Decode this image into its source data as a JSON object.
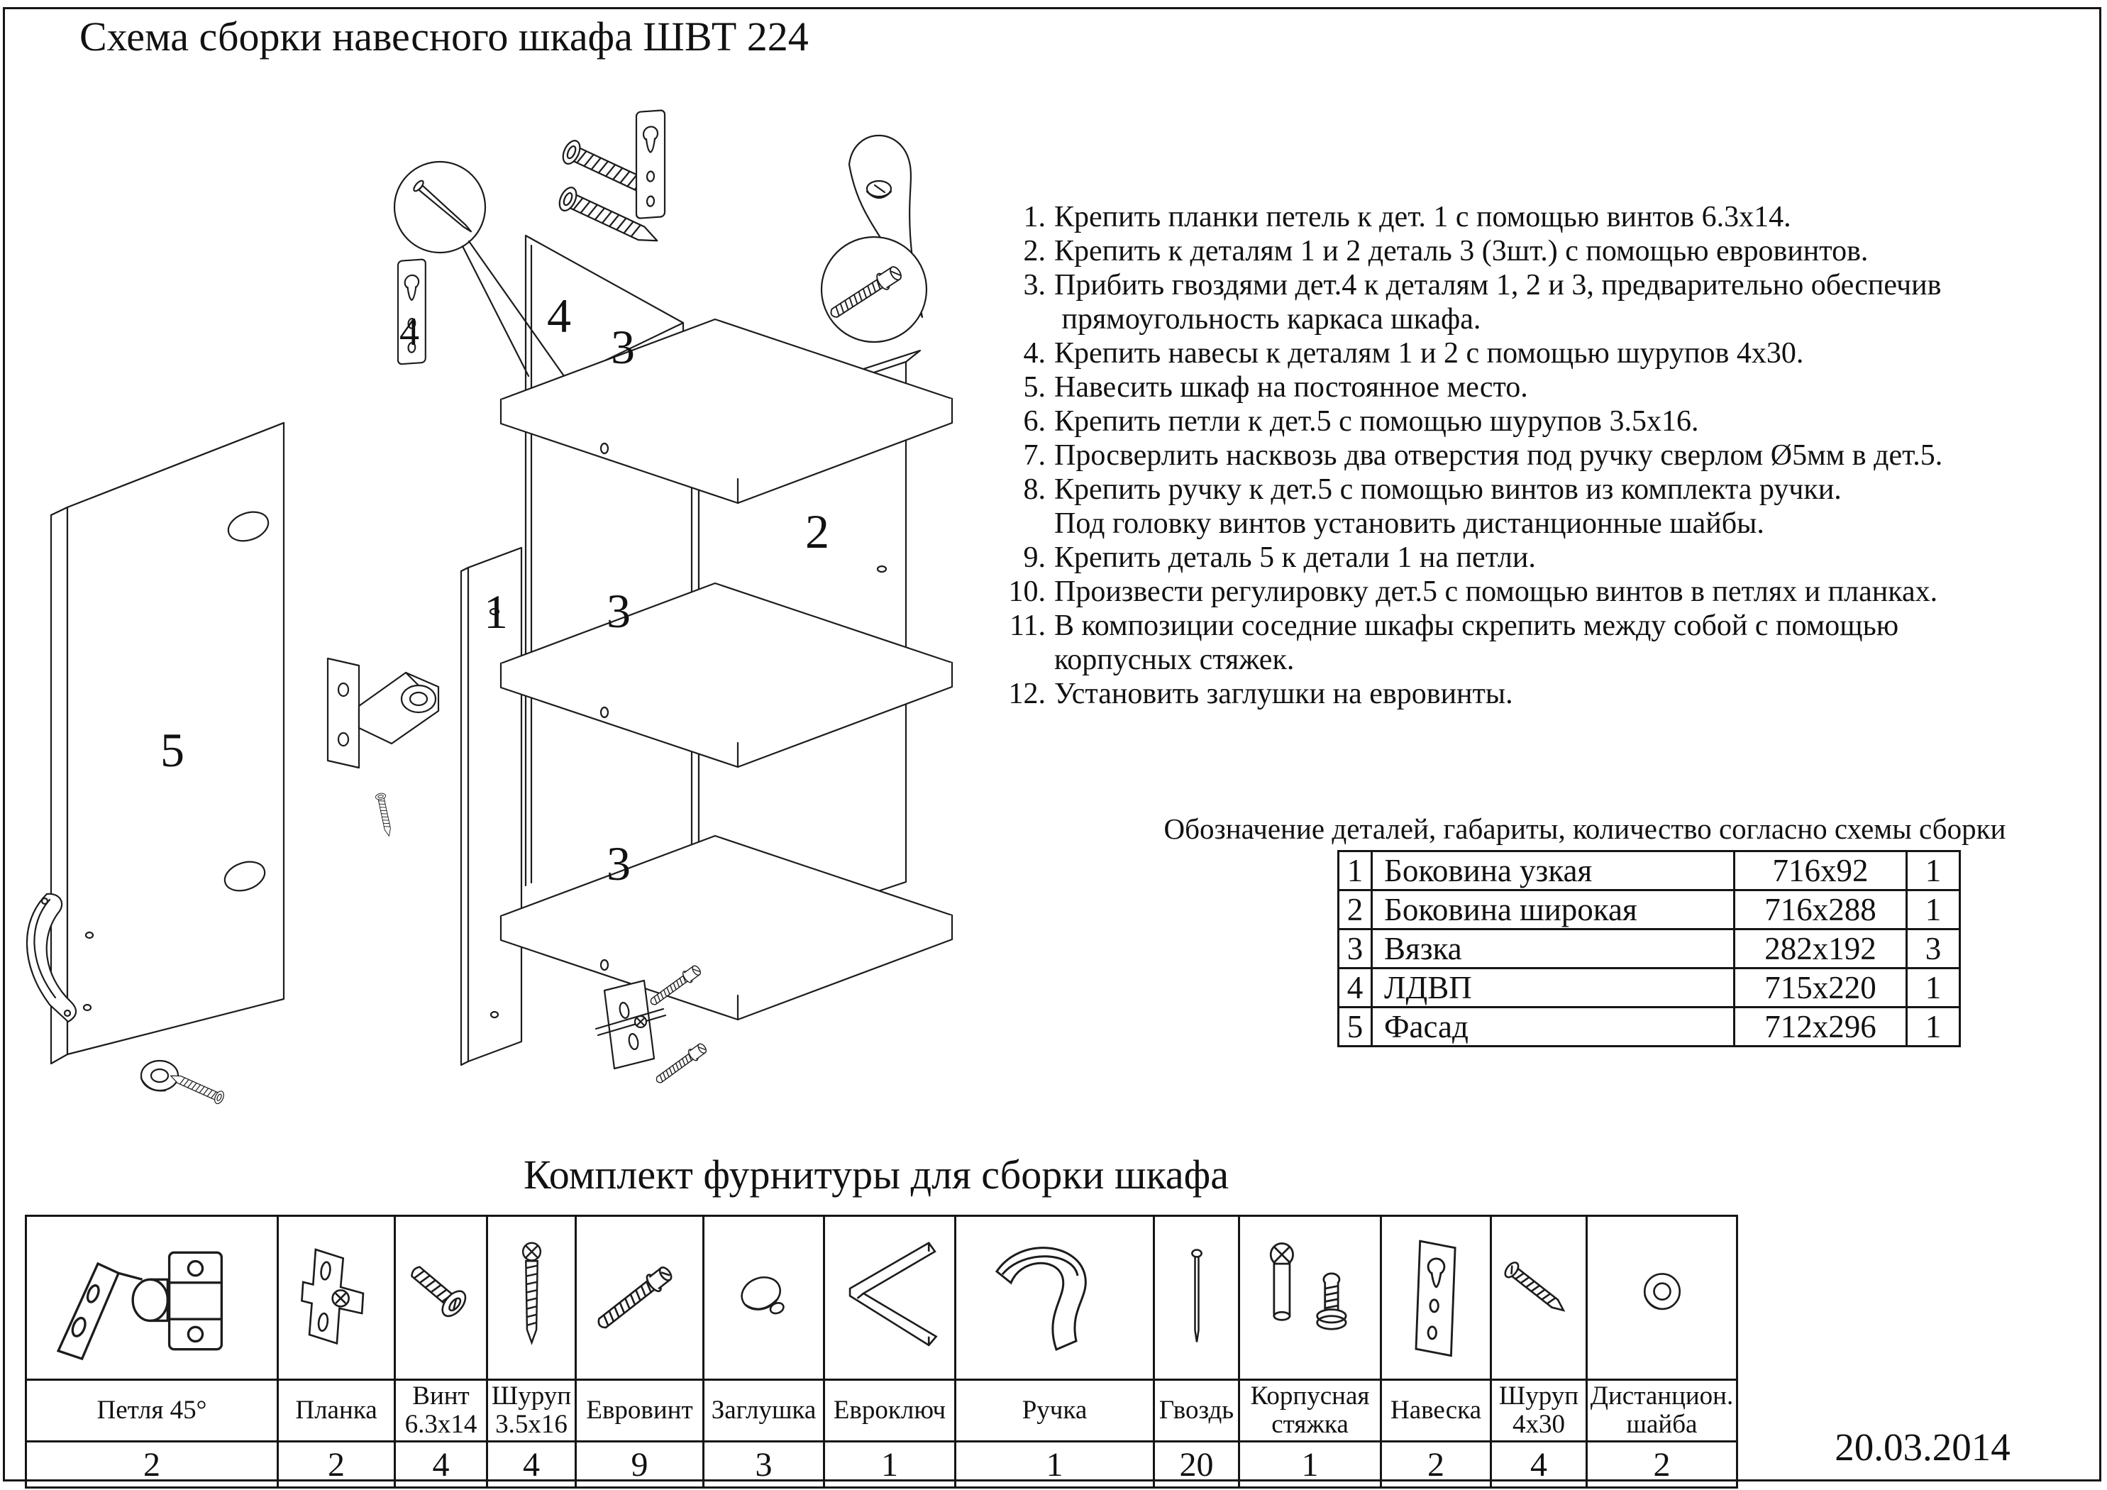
{
  "page": {
    "title": "Схема сборки навесного шкафа ШВТ 224",
    "date": "20.03.2014"
  },
  "instructions": {
    "items": [
      {
        "n": "1.",
        "t": "Крепить планки петель к дет. 1 с помощью винтов 6.3х14."
      },
      {
        "n": "2.",
        "t": "Крепить к деталям 1 и 2 деталь 3 (3шт.) с помощью евровинтов."
      },
      {
        "n": "3.",
        "t": "Прибить гвоздями дет.4 к деталям 1, 2 и 3, предварительно обеспечив\n прямоугольность каркаса шкафа."
      },
      {
        "n": "4.",
        "t": "Крепить навесы к деталям 1 и 2 с помощью шурупов 4х30."
      },
      {
        "n": "5.",
        "t": "Навесить шкаф на постоянное место."
      },
      {
        "n": "6.",
        "t": "Крепить петли к дет.5 с помощью шурупов 3.5х16."
      },
      {
        "n": "7.",
        "t": "Просверлить насквозь два отверстия под ручку сверлом Ø5мм в дет.5."
      },
      {
        "n": "8.",
        "t": "Крепить ручку к дет.5 с помощью винтов из комплекта ручки.\nПод головку винтов установить дистанционные шайбы."
      },
      {
        "n": "9.",
        "t": "Крепить деталь 5 к детали 1 на петли."
      },
      {
        "n": "10.",
        "t": "Произвести регулировку дет.5 с помощью винтов в петлях и планках."
      },
      {
        "n": "11.",
        "t": "В композиции соседние шкафы скрепить между собой с помощью\nкорпусных стяжек."
      },
      {
        "n": "12.",
        "t": "Установить заглушки на евровинты."
      }
    ]
  },
  "parts_table": {
    "caption": "Обозначение деталей, габариты, количество согласно схемы сборки",
    "rows": [
      {
        "num": "1",
        "name": "Боковина узкая",
        "size": "716х92",
        "qty": "1"
      },
      {
        "num": "2",
        "name": "Боковина широкая",
        "size": "716х288",
        "qty": "1"
      },
      {
        "num": "3",
        "name": "Вязка",
        "size": "282х192",
        "qty": "3"
      },
      {
        "num": "4",
        "name": "ЛДВП",
        "size": "715х220",
        "qty": "1"
      },
      {
        "num": "5",
        "name": "Фасад",
        "size": "712х296",
        "qty": "1"
      }
    ]
  },
  "hardware": {
    "title": "Комплект фурнитуры для сборки шкафа",
    "items": [
      {
        "label": "Петля 45°",
        "qty": "2",
        "icon": "hinge-icon"
      },
      {
        "label": "Планка",
        "qty": "2",
        "icon": "mounting-plate-icon"
      },
      {
        "label": "Винт\n6.3х14",
        "qty": "4",
        "icon": "screw-short-icon"
      },
      {
        "label": "Шуруп\n3.5х16",
        "qty": "4",
        "icon": "screw-thin-icon"
      },
      {
        "label": "Евровинт",
        "qty": "9",
        "icon": "euroscrew-icon"
      },
      {
        "label": "Заглушка",
        "qty": "3",
        "icon": "cap-icon"
      },
      {
        "label": "Евроключ",
        "qty": "1",
        "icon": "hex-key-icon"
      },
      {
        "label": "Ручка",
        "qty": "1",
        "icon": "handle-icon"
      },
      {
        "label": "Гвоздь",
        "qty": "20",
        "icon": "nail-icon"
      },
      {
        "label": "Корпусная\nстяжка",
        "qty": "1",
        "icon": "cam-bolt-icon"
      },
      {
        "label": "Навеска",
        "qty": "2",
        "icon": "hanger-plate-icon"
      },
      {
        "label": "Шуруп\n4х30",
        "qty": "4",
        "icon": "screw-4x30-icon"
      },
      {
        "label": "Дистанцион.\nшайба",
        "qty": "2",
        "icon": "washer-icon"
      }
    ]
  },
  "diagram": {
    "labels": {
      "part1": "1",
      "part2": "2",
      "part3": "3",
      "part4": "4",
      "part5": "5"
    }
  }
}
